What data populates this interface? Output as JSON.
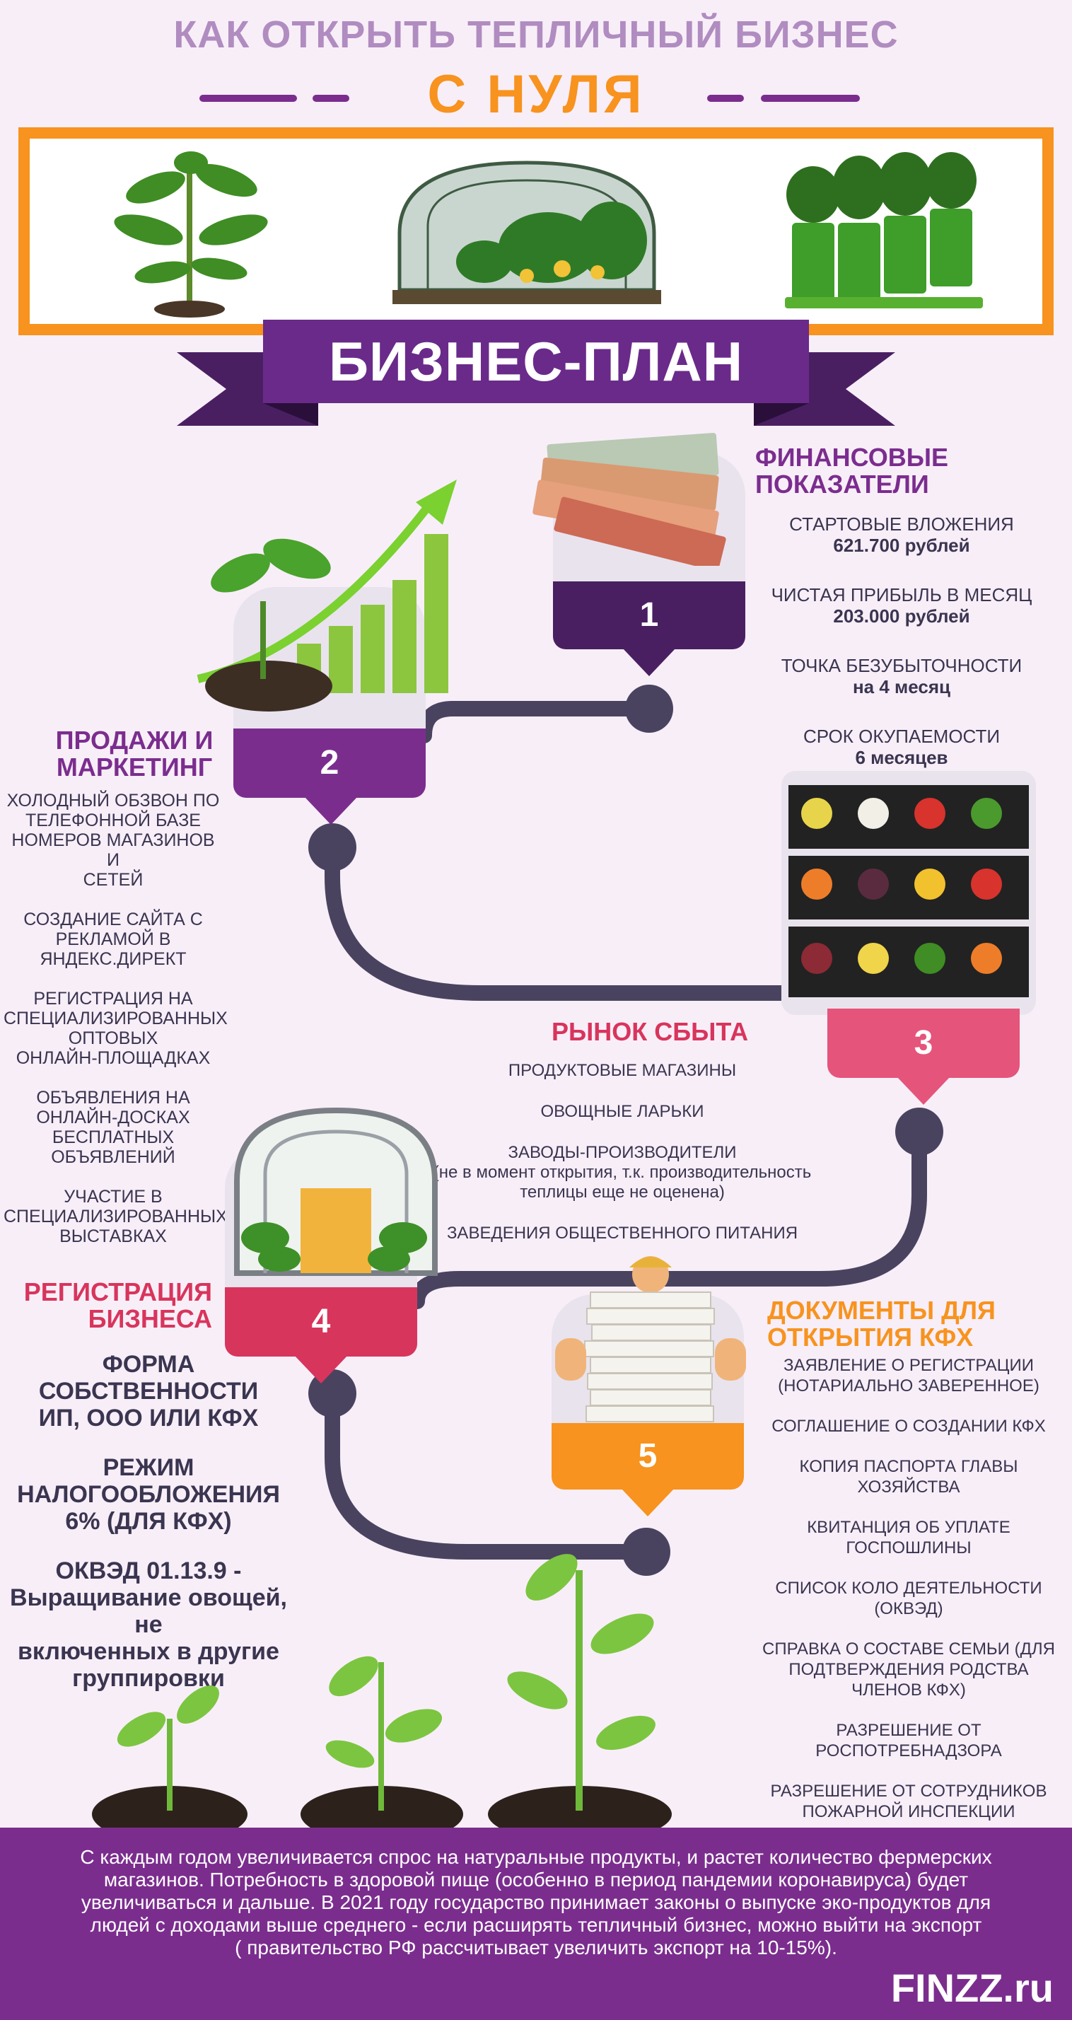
{
  "header": {
    "title_line1": "КАК ОТКРЫТЬ ТЕПЛИЧНЫЙ БИЗНЕС",
    "title_line2": "С НУЛЯ",
    "banner": "БИЗНЕС-ПЛАН"
  },
  "colors": {
    "purple": "#7b2d8e",
    "orange": "#f7931e",
    "red": "#d8355c",
    "pink": "#e5547b",
    "path": "#4a4360"
  },
  "step1": {
    "number": "1",
    "title_line1": "ФИНАНСОВЫЕ",
    "title_line2": "ПОКАЗАТЕЛИ",
    "items": [
      {
        "label": "СТАРТОВЫЕ ВЛОЖЕНИЯ",
        "value": "621.700 рублей"
      },
      {
        "label": "ЧИСТАЯ ПРИБЫЛЬ В МЕСЯЦ",
        "value": "203.000 рублей"
      },
      {
        "label": "ТОЧКА  БЕЗУБЫТОЧНОСТИ",
        "value": "на 4 месяц"
      },
      {
        "label": "СРОК ОКУПАЕМОСТИ",
        "value": "6 месяцев"
      }
    ]
  },
  "step2": {
    "number": "2",
    "title_line1": "ПРОДАЖИ И",
    "title_line2": "МАРКЕТИНГ",
    "items": [
      [
        "ХОЛОДНЫЙ ОБЗВОН ПО",
        "ТЕЛЕФОННОЙ БАЗЕ",
        "НОМЕРОВ МАГАЗИНОВ И",
        "СЕТЕЙ"
      ],
      [
        "СОЗДАНИЕ САЙТА С",
        "РЕКЛАМОЙ В",
        "ЯНДЕКС.ДИРЕКТ"
      ],
      [
        "РЕГИСТРАЦИЯ НА",
        "СПЕЦИАЛИЗИРОВАННЫХ",
        "ОПТОВЫХ",
        "ОНЛАЙН-ПЛОЩАДКАХ"
      ],
      [
        "ОБЪЯВЛЕНИЯ НА",
        "ОНЛАЙН-ДОСКАХ",
        "БЕСПЛАТНЫХ",
        "ОБЪЯВЛЕНИЙ"
      ],
      [
        "УЧАСТИЕ В",
        "СПЕЦИАЛИЗИРОВАННЫХ",
        "ВЫСТАВКАХ"
      ]
    ]
  },
  "step3": {
    "number": "3",
    "title": "РЫНОК СБЫТА",
    "items": [
      [
        "ПРОДУКТОВЫЕ МАГАЗИНЫ"
      ],
      [
        "ОВОЩНЫЕ ЛАРЬКИ"
      ],
      [
        "ЗАВОДЫ-ПРОИЗВОДИТЕЛИ",
        "(не в момент открытия, т.к.  производительность",
        "теплицы еще не оценена)"
      ],
      [
        "ЗАВЕДЕНИЯ  ОБЩЕСТВЕННОГО  ПИТАНИЯ"
      ]
    ]
  },
  "step4": {
    "number": "4",
    "title_line1": "РЕГИСТРАЦИЯ",
    "title_line2": "БИЗНЕСА",
    "items": [
      [
        "ФОРМА  СОБСТВЕННОСТИ",
        "ИП, ООО ИЛИ КФХ"
      ],
      [
        "РЕЖИМ",
        "НАЛОГООБЛОЖЕНИЯ",
        "6% (ДЛЯ КФХ)"
      ],
      [
        "ОКВЭД 01.13.9 -",
        "Выращивание овощей, не",
        "включенных в другие",
        "группировки"
      ]
    ]
  },
  "step5": {
    "number": "5",
    "title_line1": "ДОКУМЕНТЫ ДЛЯ",
    "title_line2": "ОТКРЫТИЯ КФХ",
    "items": [
      [
        "ЗАЯВЛЕНИЕ О РЕГИСТРАЦИИ",
        "(НОТАРИАЛЬНО ЗАВЕРЕННОЕ)"
      ],
      [
        "СОГЛАШЕНИЕ О СОЗДАНИИ КФХ"
      ],
      [
        "КОПИЯ ПАСПОРТА ГЛАВЫ",
        "ХОЗЯЙСТВА"
      ],
      [
        "КВИТАНЦИЯ ОБ УПЛАТЕ",
        "ГОСПОШЛИНЫ"
      ],
      [
        "СПИСОК КОЛО ДЕЯТЕЛЬНОСТИ",
        "(ОКВЭД)"
      ],
      [
        "СПРАВКА О СОСТАВЕ СЕМЬИ (ДЛЯ",
        "ПОДТВЕРЖДЕНИЯ РОДСТВА",
        "ЧЛЕНОВ КФХ)"
      ],
      [
        "РАЗРЕШЕНИЕ ОТ",
        "РОСПОТРЕБНАДЗОРА"
      ],
      [
        "РАЗРЕШЕНИЕ ОТ СОТРУДНИКОВ",
        "ПОЖАРНОЙ  ИНСПЕКЦИИ"
      ]
    ]
  },
  "footer": {
    "lines": [
      "С каждым  годом  увеличивается спрос на натуральные  продукты, и растет  количество  фермерских",
      "магазинов.  Потребность в здоровой пище (особенно в период пандемии коронавируса) будет",
      "увеличиваться и дальше. В 2021 году  государство принимает законы о выпуске  эко-продуктов  для",
      "людей с доходами выше среднего - если расширять тепличный бизнес, можно выйти на экспорт",
      "( правительство РФ  рассчитывает  увеличить  экспорт на 10-15%)."
    ],
    "brand": "FINZZ.ru"
  },
  "icons": [
    "tomato-plant-icon",
    "greenhouse-icon",
    "seedling-pots-icon",
    "money-stack-icon",
    "growth-chart-icon",
    "vegetable-rack-icon",
    "greenhouse-frame-icon",
    "paper-stack-person-icon",
    "sprout-icon"
  ]
}
